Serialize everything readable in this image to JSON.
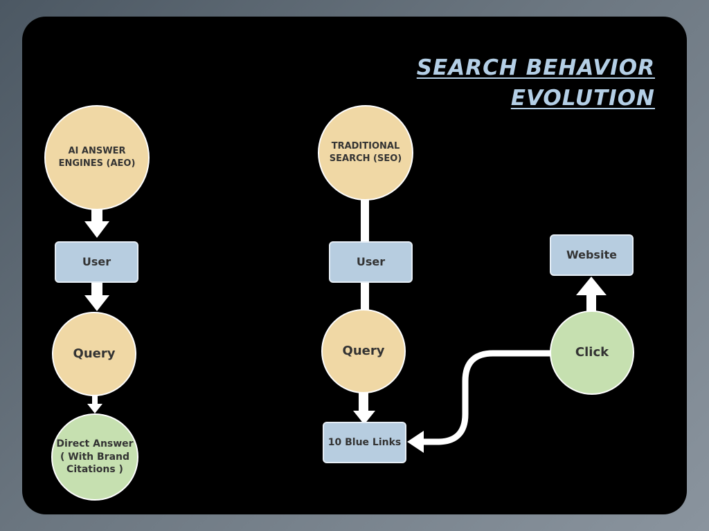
{
  "title": {
    "line1": " SEARCH BEHAVIOR",
    "line2": "EVOLUTION "
  },
  "aeo": {
    "head_line1": "AI ANSWER",
    "head_line2": "ENGINES (AEO)",
    "user": "User",
    "query": "Query",
    "answer_line1": "Direct Answer",
    "answer_line2": "( With Brand",
    "answer_line3": "Citations )"
  },
  "seo": {
    "head_line1": "TRADITIONAL",
    "head_line2": "SEARCH (SEO)",
    "user": "User",
    "query": "Query",
    "links": "10 Blue Links",
    "click": "Click",
    "website": "Website"
  },
  "colors": {
    "background": "#000000",
    "peach": "#f0d8a5",
    "green": "#c6e0b0",
    "blue_box": "#b7cde0",
    "title": "#b4cfe6",
    "arrow": "#ffffff"
  }
}
